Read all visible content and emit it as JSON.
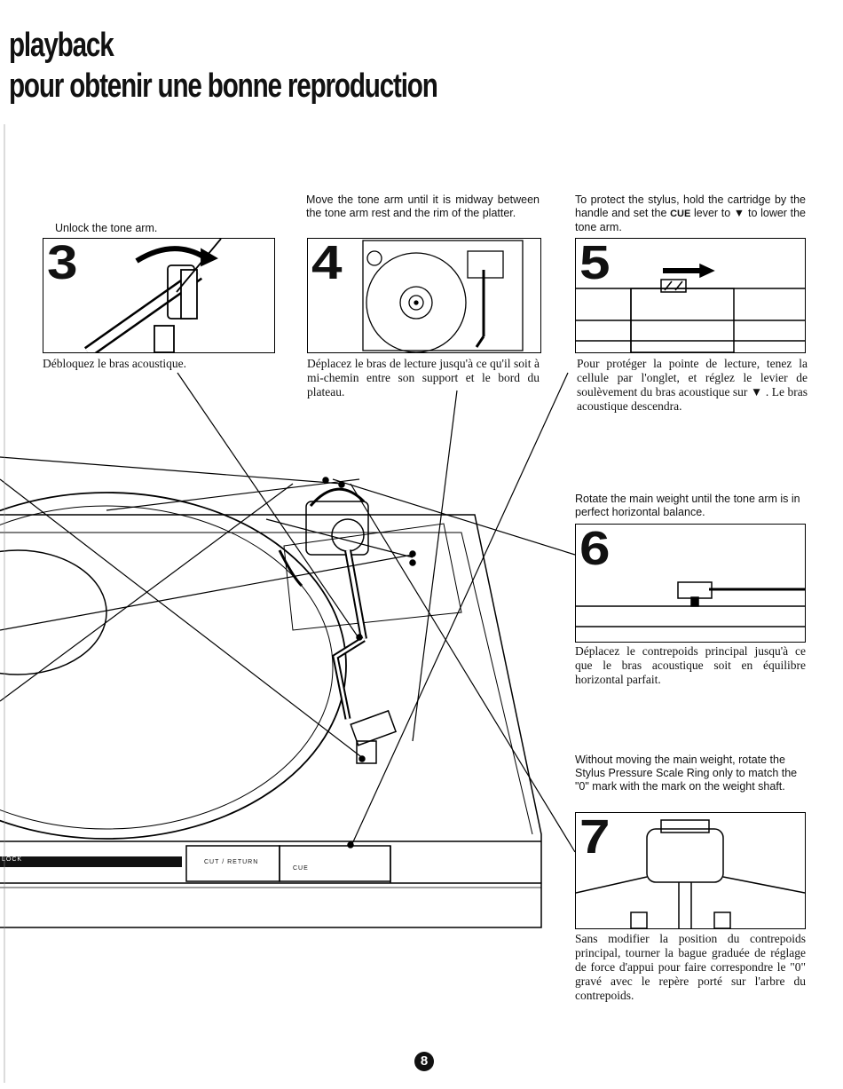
{
  "title": {
    "line1": "playback",
    "line2": "pour obtenir une bonne reproduction"
  },
  "steps": [
    {
      "number": "3",
      "en": "Unlock the tone arm.",
      "fr": "Débloquez le bras acoustique."
    },
    {
      "number": "4",
      "en": "Move the tone arm until it is midway between the tone arm rest and the rim of the platter.",
      "fr": "Déplacez le bras de lecture jusqu'à ce qu'il soit à mi-chemin entre son support et le bord du plateau."
    },
    {
      "number": "5",
      "en_part1": "To protect the stylus, hold the cartridge by the handle and set the ",
      "en_cue": "CUE",
      "en_part2": " lever to ▼ to lower the tone arm.",
      "fr": "Pour protéger la pointe de lecture, tenez la cellule par l'onglet, et réglez le levier de soulèvement du bras acoustique sur ▼ . Le bras acoustique descendra."
    },
    {
      "number": "6",
      "en": "Rotate the main weight until the tone arm is in perfect horizontal balance.",
      "fr": "Déplacez le contrepoids principal jusqu'à ce que le bras acoustique soit en équilibre horizontal parfait."
    },
    {
      "number": "7",
      "en": "Without moving the main weight, rotate the Stylus Pressure Scale Ring only to match the \"0\" mark with the mark on the weight shaft.",
      "fr": "Sans modifier la position du contrepoids principal, tourner la bague graduée de réglage de force d'appui pour faire correspondre le \"0\" gravé avec le repère porté sur l'arbre du contrepoids."
    }
  ],
  "turntable_labels": {
    "lock": "LOCK",
    "cut_return": "CUT / RETURN",
    "cue": "CUE"
  },
  "page_number": "8"
}
